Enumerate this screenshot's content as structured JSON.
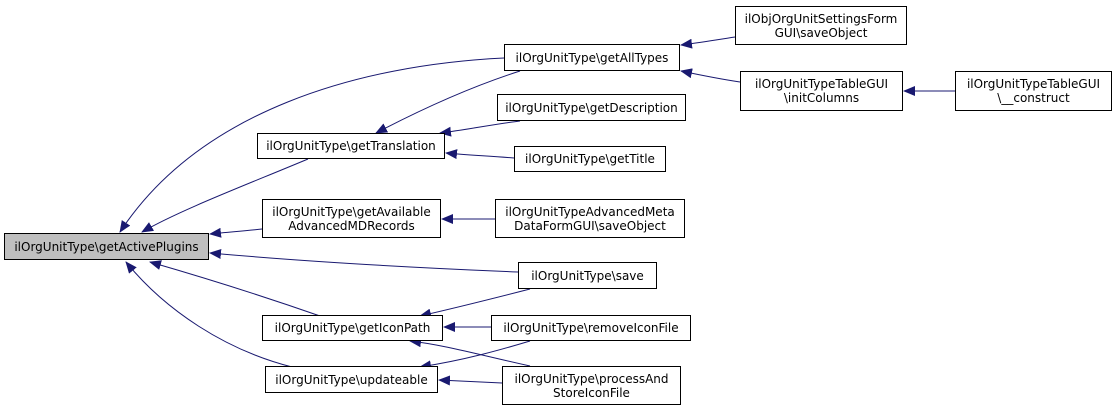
{
  "nodes": {
    "getActivePlugins": [
      "ilOrgUnitType\\getActivePlugins"
    ],
    "getTranslation": [
      "ilOrgUnitType\\getTranslation"
    ],
    "getAvailableAdvancedMDRecords": [
      "ilOrgUnitType\\getAvailable",
      "AdvancedMDRecords"
    ],
    "getIconPath": [
      "ilOrgUnitType\\getIconPath"
    ],
    "updateable": [
      "ilOrgUnitType\\updateable"
    ],
    "getAllTypes": [
      "ilOrgUnitType\\getAllTypes"
    ],
    "getDescription": [
      "ilOrgUnitType\\getDescription"
    ],
    "getTitle": [
      "ilOrgUnitType\\getTitle"
    ],
    "advancedMetaSave": [
      "ilOrgUnitTypeAdvancedMeta",
      "DataFormGUI\\saveObject"
    ],
    "save": [
      "ilOrgUnitType\\save"
    ],
    "removeIconFile": [
      "ilOrgUnitType\\removeIconFile"
    ],
    "processAndStoreIconFile": [
      "ilOrgUnitType\\processAnd",
      "StoreIconFile"
    ],
    "settingsFormSave": [
      "ilObjOrgUnitSettingsForm",
      "GUI\\saveObject"
    ],
    "initColumns": [
      "ilOrgUnitTypeTableGUI",
      "\\initColumns"
    ],
    "construct": [
      "ilOrgUnitTypeTableGUI",
      "\\__construct"
    ]
  },
  "edges": [
    [
      "getTranslation",
      "getActivePlugins"
    ],
    [
      "getAvailableAdvancedMDRecords",
      "getActivePlugins"
    ],
    [
      "getIconPath",
      "getActivePlugins"
    ],
    [
      "updateable",
      "getActivePlugins"
    ],
    [
      "getAllTypes",
      "getActivePlugins"
    ],
    [
      "save",
      "getActivePlugins"
    ],
    [
      "getAllTypes",
      "getTranslation"
    ],
    [
      "getDescription",
      "getTranslation"
    ],
    [
      "getTitle",
      "getTranslation"
    ],
    [
      "advancedMetaSave",
      "getAvailableAdvancedMDRecords"
    ],
    [
      "save",
      "getIconPath"
    ],
    [
      "removeIconFile",
      "getIconPath"
    ],
    [
      "processAndStoreIconFile",
      "getIconPath"
    ],
    [
      "removeIconFile",
      "updateable"
    ],
    [
      "processAndStoreIconFile",
      "updateable"
    ],
    [
      "settingsFormSave",
      "getAllTypes"
    ],
    [
      "initColumns",
      "getAllTypes"
    ],
    [
      "construct",
      "initColumns"
    ]
  ]
}
